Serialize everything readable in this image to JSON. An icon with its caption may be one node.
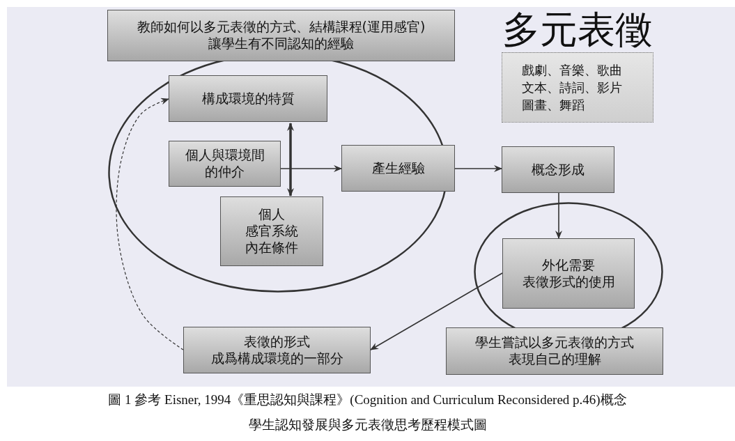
{
  "diagram": {
    "caption": "圖 1 參考 Eisner, 1994《重思認知與課程》(Cognition and Curriculum Reconsidered p.46)概念學生認知發展與多元表徵思考歷程模式圖",
    "nodes": [
      {
        "text": [
          "教師如何以多元表徵的方式、結構課程(運用感官)讓學生有不同認知的經驗"
        ]
      },
      {
        "text": [],
        "shape": "ellipse"
      },
      {
        "text": [
          "構成環境的特質"
        ],
        "in": 1
      },
      {
        "text": [
          "個人與環境間的仲介"
        ],
        "in": 1
      },
      {
        "text": [
          "個人感官系統內在條件"
        ],
        "in": 1
      },
      {
        "text": [
          "產生經驗"
        ]
      },
      {
        "text": [
          "概念形成"
        ]
      },
      {
        "text": [
          "多元表徵",
          "戲劇、音樂、歌曲文本、詩詞、影片圖畫、舞蹈"
        ]
      },
      {
        "text": [],
        "shape": "ellipse"
      },
      {
        "text": [
          "外化需要表徵形式的使用"
        ],
        "in": 8
      },
      {
        "text": [
          "表徵的形式成爲構成環境的一部分"
        ]
      },
      {
        "text": [
          "學生嘗試以多元表徵的方式表現自己的理解"
        ]
      }
    ],
    "edges": [
      {
        "from": 2,
        "to": 4,
        "arrow": "both",
        "style": "thick"
      },
      {
        "from": 3,
        "to": 5,
        "arrow": "to"
      },
      {
        "from": 5,
        "to": 6,
        "arrow": "to"
      },
      {
        "from": 6,
        "to": 9,
        "arrow": "to"
      },
      {
        "from": 9,
        "to": 10,
        "arrow": "to"
      },
      {
        "from": 10,
        "to": 2,
        "arrow": "to",
        "style": "dashed"
      }
    ]
  }
}
